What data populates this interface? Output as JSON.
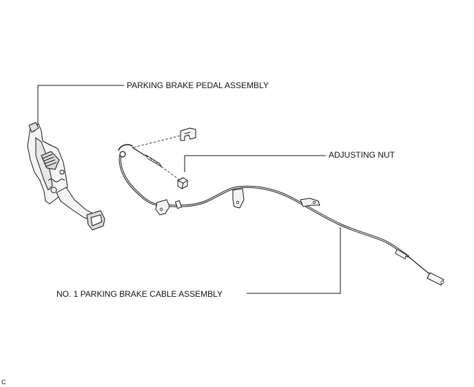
{
  "labels": {
    "pedal": "PARKING BRAKE PEDAL ASSEMBLY",
    "nut": "ADJUSTING NUT",
    "cable": "NO. 1 PARKING BRAKE CABLE ASSEMBLY",
    "code": "C"
  },
  "colors": {
    "line": "#111111",
    "part_fill": "#f4f4f4",
    "shade": "#cfcfcf"
  }
}
